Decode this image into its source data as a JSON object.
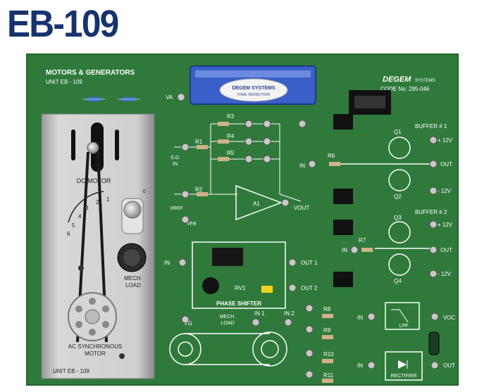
{
  "title": "EB-109",
  "board": {
    "header_line1": "MOTORS & GENERATORS",
    "header_line2": "UNIT EB - 109",
    "brand": "DEGEM",
    "brand_suffix": "SYSTEMS",
    "code": "CODE No: 295-046",
    "sticker_line1": "DEGEM SYSTEMS",
    "sticker_line2": "FINAL INSPECTION"
  },
  "panel": {
    "dc_motor": "DC MOTOR",
    "mech_load": "MECH. LOAD",
    "ac_motor_line1": "AC SYNCHRONOUS",
    "ac_motor_line2": "MOTOR",
    "unit": "UNIT EB - 109",
    "scale": [
      "1",
      "2",
      "3",
      "4",
      "5",
      "6"
    ],
    "pot_mark": "0"
  },
  "labels": {
    "va": "VA",
    "r1": "R1",
    "r2": "R2",
    "r3": "R3",
    "r4": "R4",
    "r5": "R5",
    "r6": "R6",
    "r7": "R7",
    "r8": "R8",
    "r9": "R9",
    "r10": "R10",
    "r11": "R11",
    "sg_in_1": "S.G.",
    "sg_in_2": "IN",
    "vref": "VREF",
    "vfb": "VFB",
    "amp": "A1",
    "vout": "VOUT",
    "in": "IN",
    "q1": "Q1",
    "q2": "Q2",
    "q3": "Q3",
    "q4": "Q4",
    "buffer1": "BUFFER # 1",
    "buffer2": "BUFFER # 2",
    "plus12": "+ 12V",
    "minus12": "- 12V",
    "out": "OUT",
    "out1": "OUT 1",
    "out2": "OUT 2",
    "rv1": "RV1",
    "phase_shifter": "PHASE SHIFTER",
    "vg": "VG",
    "mech_load_1": "MECH.",
    "mech_load_2": "LOAD",
    "in1": "IN 1",
    "in2": "IN 2",
    "lpf": "LPF",
    "voc": "VOC",
    "rectifier": "RECTIFIER"
  },
  "colors": {
    "title": "#17336e",
    "pcb": "#2f7a3b",
    "silkscreen": "#ffffff",
    "panel": "#c9c9c9",
    "blue_connector": "#3a5fc8"
  }
}
